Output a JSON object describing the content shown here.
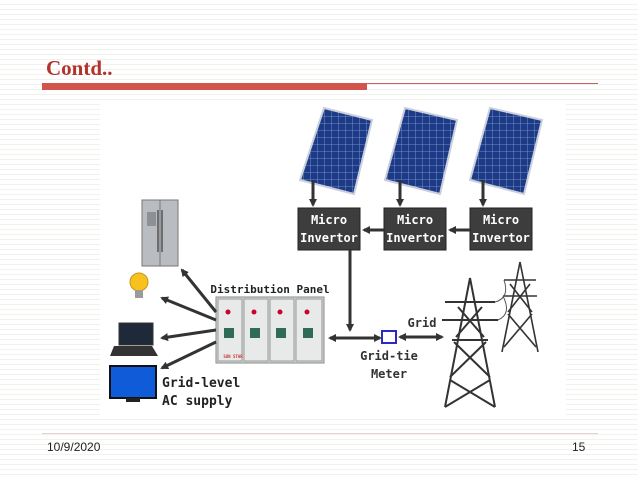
{
  "slide": {
    "title": "Contd..",
    "date": "10/9/2020",
    "page_number": "15"
  },
  "diagram": {
    "micro_inverters": [
      {
        "line1": "Micro",
        "line2": "Invertor"
      },
      {
        "line1": "Micro",
        "line2": "Invertor"
      },
      {
        "line1": "Micro",
        "line2": "Invertor"
      }
    ],
    "distribution_panel_label": "Distribution Panel",
    "panel_badge": "SUN STAR",
    "grid_label": "Grid",
    "meter_label_line1": "Grid-tie",
    "meter_label_line2": "Meter",
    "supply_label_line1": "Grid-level",
    "supply_label_line2": "AC supply",
    "appliances": [
      "fridge",
      "light bulb",
      "laptop",
      "television"
    ],
    "colors": {
      "title": "#b3322b",
      "accent_rule": "#d2544c",
      "inverter_box": "#3d3d3d",
      "solar_panel": "#1f3f8f",
      "meter": "#2a2ac0"
    }
  }
}
